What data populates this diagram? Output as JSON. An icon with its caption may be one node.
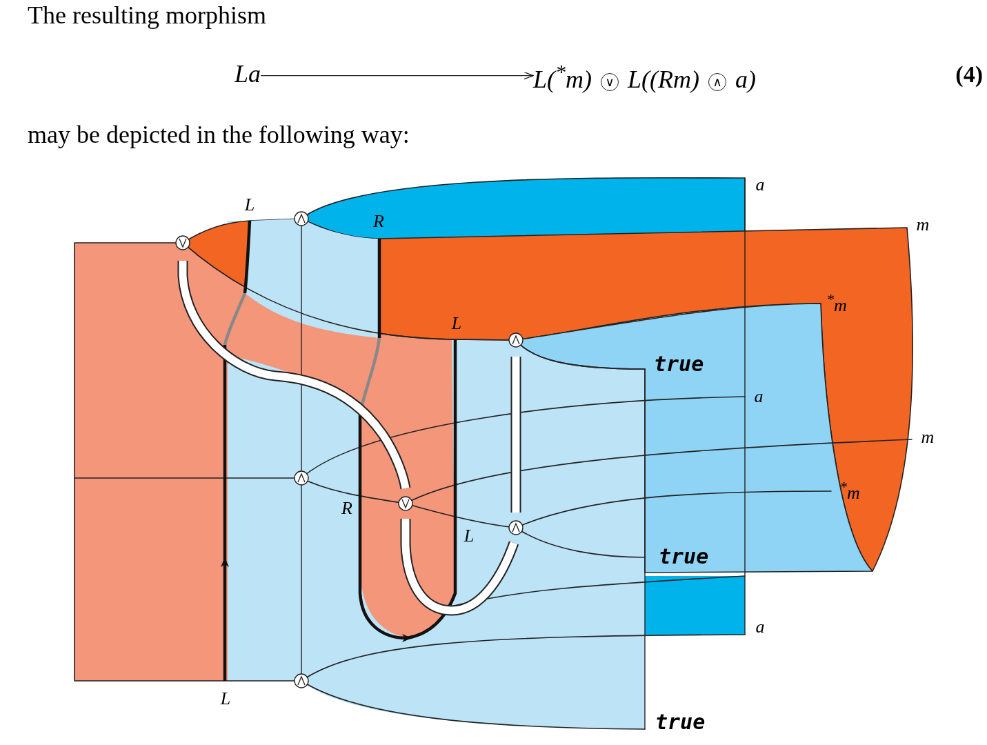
{
  "diagram": {
    "nodes": [
      {
        "text": [
          "La"
        ]
      },
      {
        "text": [
          "L($^{*}$m) ∨ L((Rm) ∧ a)"
        ]
      }
    ],
    "edges": [
      {
        "from": 0,
        "to": 1,
        "arrow": "to"
      }
    ],
    "labels": [
      "The resulting morphism",
      "(4)",
      "may be depicted in the following way:",
      "a",
      "L",
      "R",
      "m",
      "$^{*}$m",
      "L",
      "true",
      "a",
      "m",
      "$^{*}$m",
      "R",
      "L",
      "true",
      "a",
      "L",
      "true"
    ]
  }
}
